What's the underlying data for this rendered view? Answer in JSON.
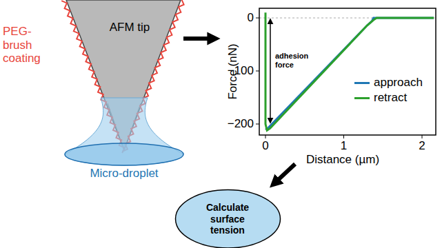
{
  "diagram": {
    "nodes": [
      {
        "text": [
          "AFM tip"
        ]
      },
      {
        "text": [
          "Micro-droplet"
        ]
      },
      {
        "text": [
          "Calculate surface tension"
        ]
      }
    ],
    "labels": [
      "PEG-brush coating",
      "Force (nN)",
      "0",
      "−100",
      "−200",
      "0",
      "1",
      "2",
      "Distance (µm)",
      "adhesion force"
    ],
    "legend": [
      {
        "text": "approach"
      },
      {
        "text": "retract"
      }
    ]
  }
}
